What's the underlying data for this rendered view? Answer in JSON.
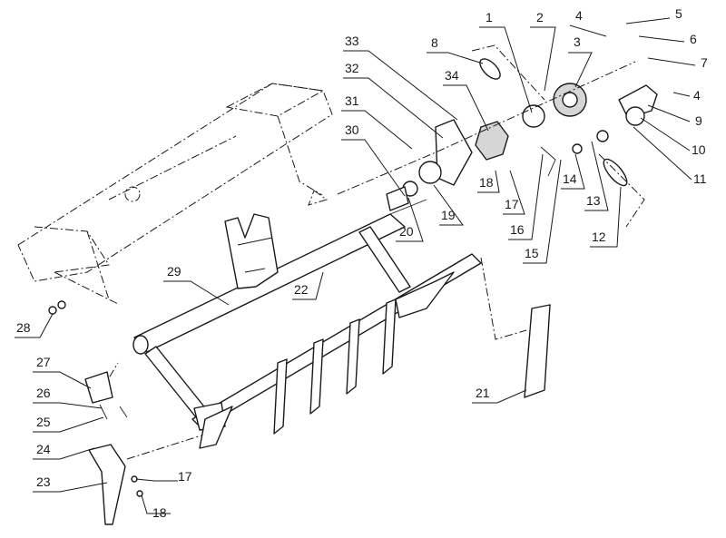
{
  "diagram": {
    "callouts": [
      "1",
      "2",
      "3",
      "4",
      "5",
      "6",
      "7",
      "4",
      "8",
      "9",
      "10",
      "11",
      "12",
      "13",
      "14",
      "15",
      "16",
      "17",
      "18",
      "19",
      "20",
      "21",
      "22",
      "23",
      "24",
      "25",
      "26",
      "27",
      "28",
      "29",
      "30",
      "31",
      "32",
      "33",
      "34",
      "17",
      "18"
    ]
  }
}
